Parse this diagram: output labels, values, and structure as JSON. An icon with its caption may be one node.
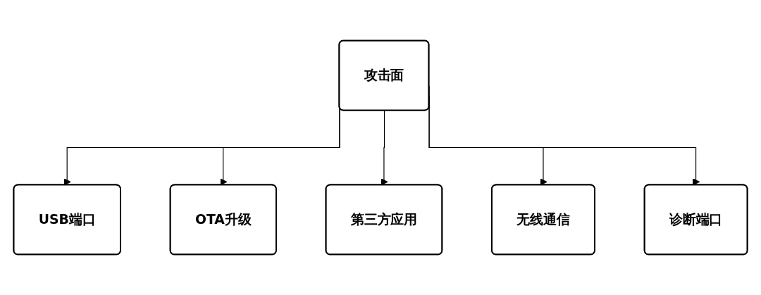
{
  "diagram": {
    "nodes": [
      {
        "text": [
          "攻击面"
        ]
      },
      {
        "text": [
          "USB端口"
        ]
      },
      {
        "text": [
          "OTA升级"
        ]
      },
      {
        "text": [
          "第三方应用"
        ]
      },
      {
        "text": [
          "无线通信"
        ]
      },
      {
        "text": [
          "诊断端口"
        ]
      }
    ],
    "edges": [
      {
        "from": 0,
        "to": 1,
        "arrow": "to"
      },
      {
        "from": 0,
        "to": 2,
        "arrow": "to"
      },
      {
        "from": 0,
        "to": 3,
        "arrow": "to"
      },
      {
        "from": 0,
        "to": 4,
        "arrow": "to"
      },
      {
        "from": 0,
        "to": 5,
        "arrow": "to"
      }
    ]
  }
}
